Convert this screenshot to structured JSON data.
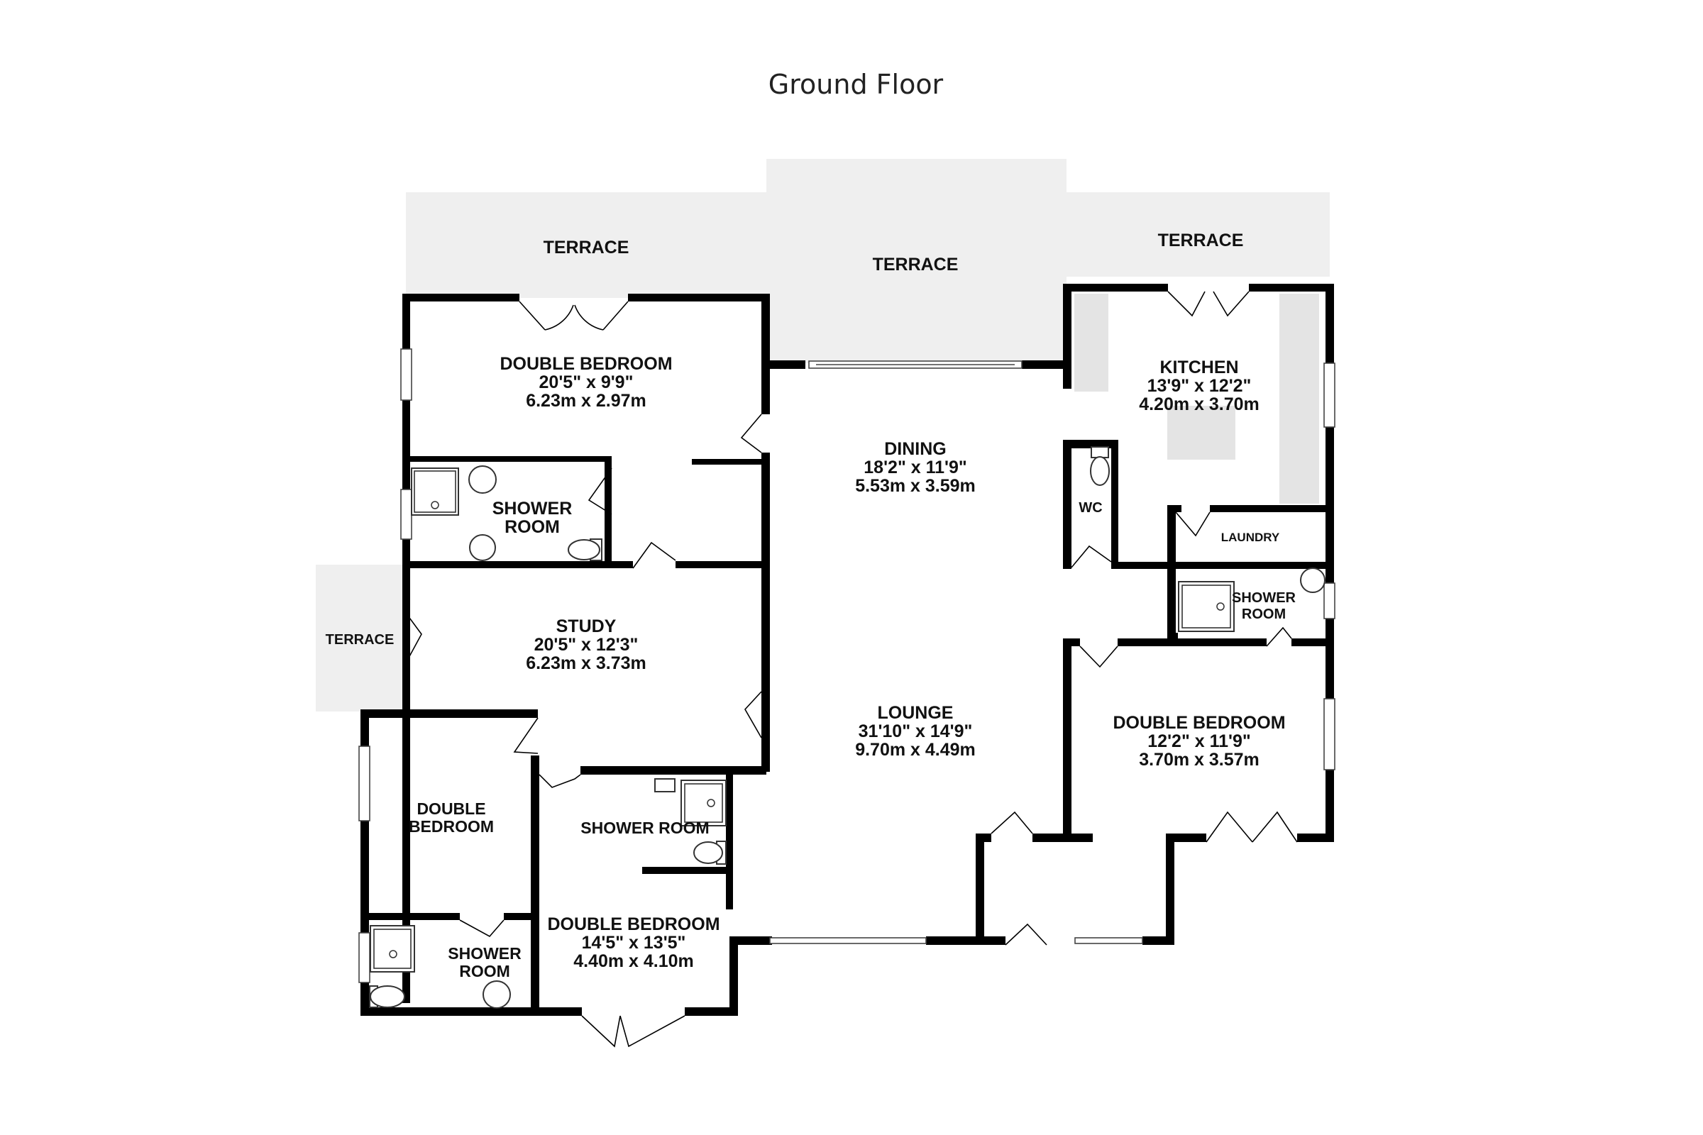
{
  "title": "Ground Floor",
  "terraces": {
    "left_top": "TERRACE",
    "center": "TERRACE",
    "right_top": "TERRACE",
    "left_side": "TERRACE"
  },
  "rooms": {
    "bedroom_nw": {
      "name": "DOUBLE BEDROOM",
      "imperial": "20'5\"  x 9'9\"",
      "metric": "6.23m  x 2.97m"
    },
    "shower_nw": {
      "name1": "SHOWER",
      "name2": "ROOM"
    },
    "study": {
      "name": "STUDY",
      "imperial": "20'5\"  x 12'3\"",
      "metric": "6.23m  x 3.73m"
    },
    "bedroom_w": {
      "name1": "DOUBLE",
      "name2": "BEDROOM"
    },
    "shower_sw": {
      "name1": "SHOWER",
      "name2": "ROOM"
    },
    "shower_s": {
      "name": "SHOWER ROOM"
    },
    "bedroom_s": {
      "name": "DOUBLE BEDROOM",
      "imperial": "14'5\"  x 13'5\"",
      "metric": "4.40m  x 4.10m"
    },
    "dining": {
      "name": "DINING",
      "imperial": "18'2\"  x 11'9\"",
      "metric": "5.53m  x 3.59m"
    },
    "lounge": {
      "name": "LOUNGE",
      "imperial": "31'10\"  x 14'9\"",
      "metric": "9.70m  x 4.49m"
    },
    "kitchen": {
      "name": "KITCHEN",
      "imperial": "13'9\"  x 12'2\"",
      "metric": "4.20m  x 3.70m"
    },
    "wc": {
      "name": "WC"
    },
    "laundry": {
      "name": "LAUNDRY"
    },
    "shower_e": {
      "name1": "SHOWER",
      "name2": "ROOM"
    },
    "bedroom_e": {
      "name": "DOUBLE BEDROOM",
      "imperial": "12'2\"  x 11'9\"",
      "metric": "3.70m  x 3.57m"
    }
  }
}
